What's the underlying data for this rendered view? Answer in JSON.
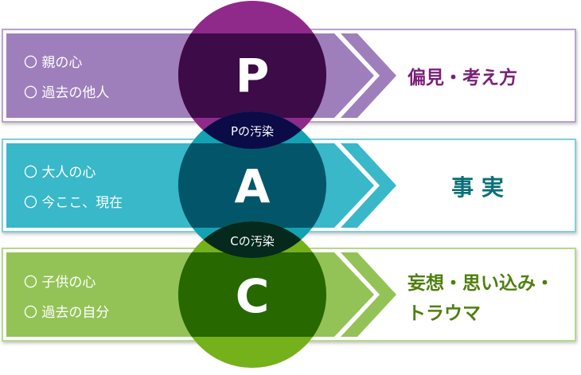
{
  "rows": [
    {
      "letter": "P",
      "bullets": [
        "〇 親の心",
        "〇 過去の他人"
      ],
      "result": [
        "偏見・考え方"
      ],
      "colors": {
        "band": "#9e7fbb",
        "border": "#b9a3d0",
        "circle": "#8f2a8b",
        "circle_inner": "#3c0b48",
        "result": "#7a1f7a"
      }
    },
    {
      "letter": "A",
      "bullets": [
        "〇 大人の心",
        "〇 今ここ、現在"
      ],
      "result": [
        "事 実"
      ],
      "colors": {
        "band": "#38b8c8",
        "border": "#7fd0da",
        "circle": "#12a2b2",
        "circle_inner": "#03566a",
        "result": "#0b6f78"
      }
    },
    {
      "letter": "C",
      "bullets": [
        "〇 子供の心",
        "〇 過去の自分"
      ],
      "result": [
        "妄想・思い込み・",
        "トラウマ"
      ],
      "colors": {
        "band": "#93c356",
        "border": "#b5d98a",
        "circle": "#74b11b",
        "circle_inner": "#276800",
        "result": "#4f7f0e"
      }
    }
  ],
  "overlaps": [
    {
      "label": "Pの汚染",
      "color": "#0b0b48"
    },
    {
      "label": "Cの汚染",
      "color": "#05291c"
    }
  ]
}
